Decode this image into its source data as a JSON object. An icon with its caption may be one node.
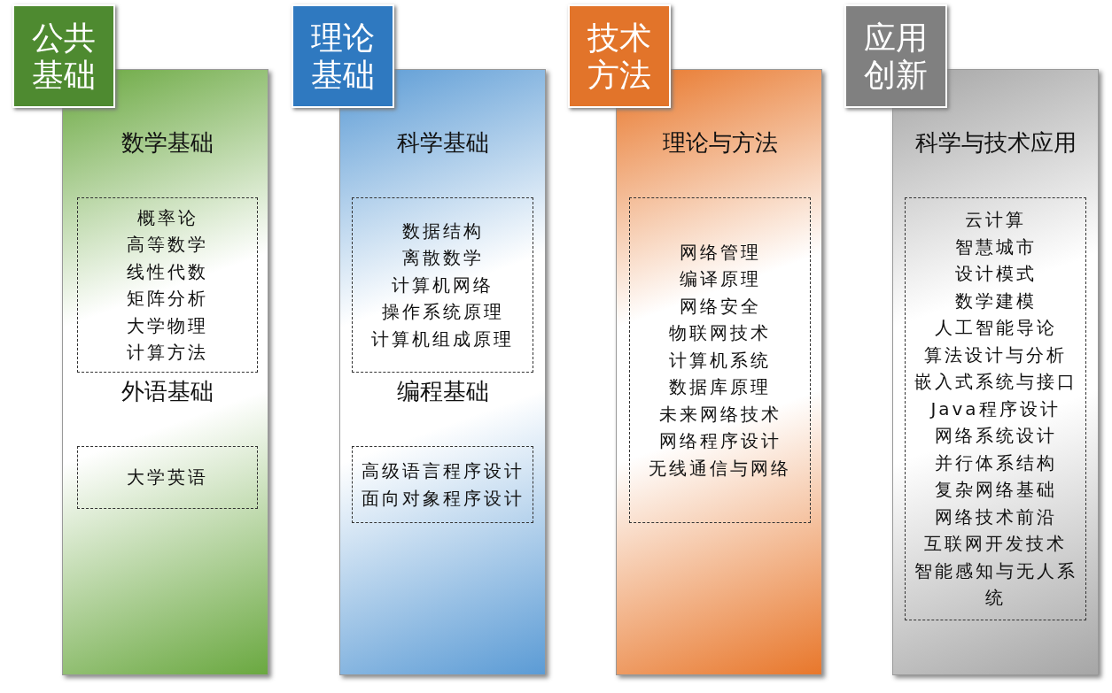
{
  "diagram": {
    "nodes": [
      {
        "text": [
          "公共基础"
        ]
      },
      {
        "text": [],
        "shape": "box"
      },
      {
        "text": [
          "数学基础",
          "概率论",
          "高等数学",
          "线性代数",
          "矩阵分析",
          "大学物理",
          "计算方法"
        ],
        "in": 1
      },
      {
        "text": [
          "外语基础",
          "大学英语"
        ],
        "in": 1
      },
      {
        "text": [
          "理论基础"
        ]
      },
      {
        "text": [],
        "shape": "box"
      },
      {
        "text": [
          "科学基础",
          "数据结构",
          "离散数学",
          "计算机网络",
          "操作系统原理",
          "计算机组成原理"
        ],
        "in": 5
      },
      {
        "text": [
          "编程基础",
          "高级语言程序设计",
          "面向对象程序设计"
        ],
        "in": 5
      },
      {
        "text": [
          "技术方法"
        ]
      },
      {
        "text": [],
        "shape": "box"
      },
      {
        "text": [
          "理论与方法",
          "网络管理",
          "编译原理",
          "网络安全",
          "物联网技术",
          "计算机系统",
          "数据库原理",
          "未来网络技术",
          "网络程序设计",
          "无线通信与网络"
        ],
        "in": 9
      },
      {
        "text": [
          "应用创新"
        ]
      },
      {
        "text": [],
        "shape": "box"
      },
      {
        "text": [
          "科学与技术应用",
          "云计算",
          "智慧城市",
          "设计模式",
          "数学建模",
          "人工智能导论",
          "算法设计与分析",
          "嵌入式系统与接口",
          "Java程序设计",
          "网络系统设计",
          "并行体系结构",
          "复杂网络基础",
          "网络技术前沿",
          "互联网开发技术",
          "智能感知与无人系统"
        ],
        "in": 12
      }
    ]
  }
}
